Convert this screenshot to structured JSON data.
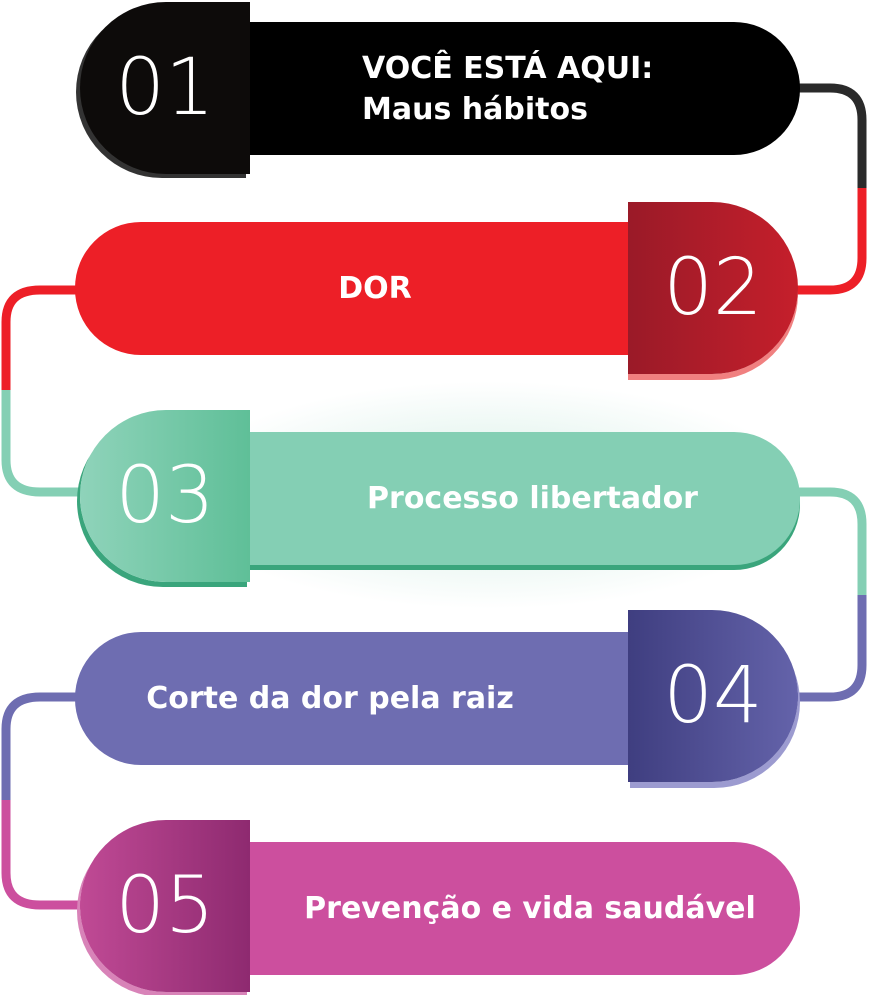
{
  "steps": [
    {
      "number": "01",
      "title": "VOCÊ ESTÁ AQUI:",
      "subtitle": "Maus hábitos",
      "color": "#000000",
      "badge_color": "#0d0b0a"
    },
    {
      "number": "02",
      "title": "DOR",
      "color": "#ed1f27",
      "badge_color": "#b51c2a"
    },
    {
      "number": "03",
      "title": "Processo libertador",
      "color": "#84cfb4",
      "badge_color": "#5fbf98"
    },
    {
      "number": "04",
      "title": "Corte da dor pela raiz",
      "color": "#6e6db1",
      "badge_color": "#4b4a8e"
    },
    {
      "number": "05",
      "title": "Prevenção e vida saudável",
      "color": "#cc4f9e",
      "badge_color": "#9e2d7a"
    }
  ]
}
